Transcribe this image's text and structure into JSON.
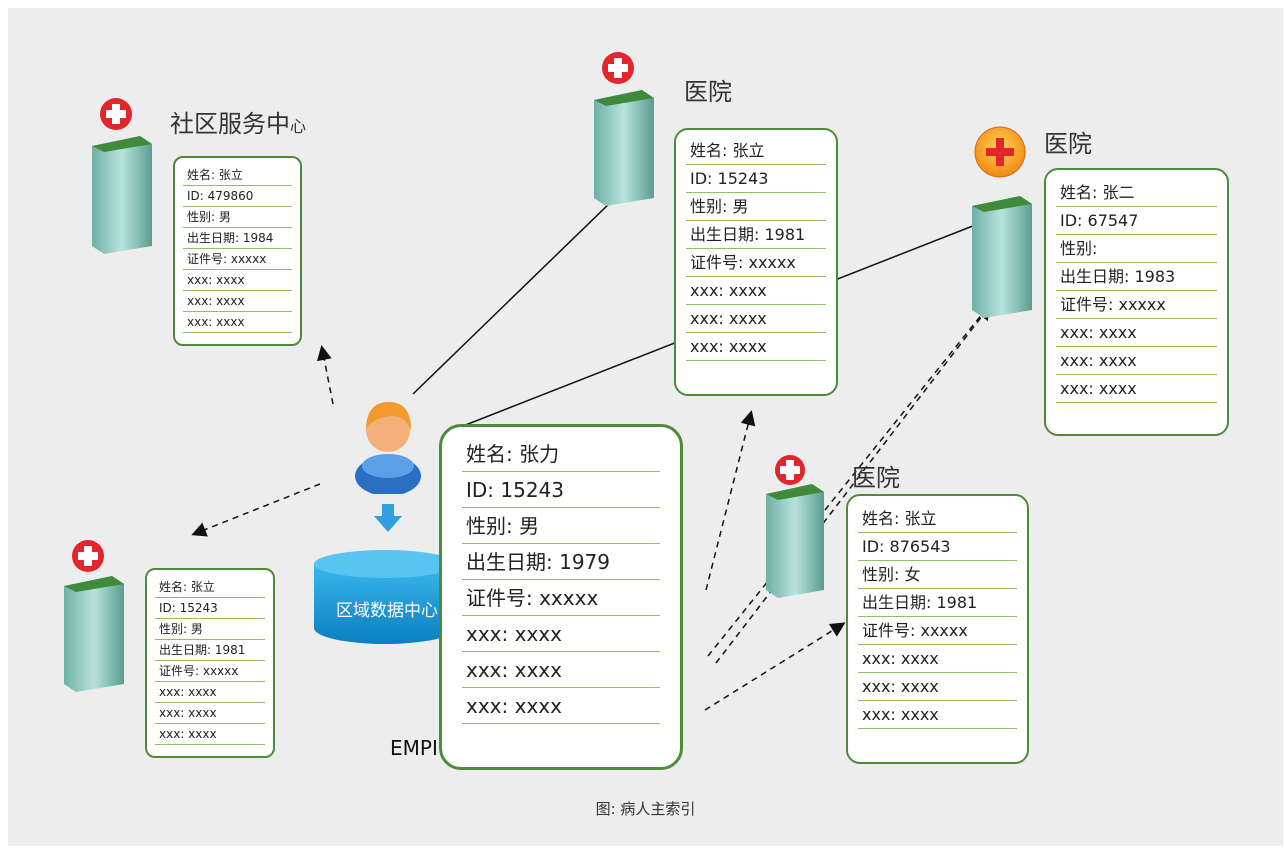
{
  "sites": [
    {
      "title": "社区服务中",
      "title_small": "心",
      "fields": [
        "姓名: 张立",
        "ID: 479860",
        "性别: 男",
        "出生日期: 1984",
        "证件号: xxxxx",
        "xxx: xxxx",
        "xxx: xxxx",
        "xxx: xxxx"
      ]
    },
    {
      "title": "医院",
      "fields": [
        "姓名: 张立",
        "ID: 15243",
        "性别: 男",
        "出生日期: 1981",
        "证件号: xxxxx",
        "xxx: xxxx",
        "xxx: xxxx",
        "xxx: xxxx"
      ]
    },
    {
      "title": "医院",
      "fields": [
        "姓名: 张二",
        "ID: 67547",
        "性别:",
        "出生日期: 1983",
        "证件号: xxxxx",
        "xxx: xxxx",
        "xxx: xxxx",
        "xxx: xxxx"
      ]
    },
    {
      "title": "医院",
      "fields": [
        "姓名: 张立",
        "ID: 876543",
        "性别: 女",
        "出生日期: 1981",
        "证件号: xxxxx",
        "xxx: xxxx",
        "xxx: xxxx",
        "xxx: xxxx"
      ]
    },
    {
      "title": "",
      "fields": [
        "姓名: 张立",
        "ID: 15243",
        "性别: 男",
        "出生日期: 1981",
        "证件号: xxxxx",
        "xxx: xxxx",
        "xxx: xxxx",
        "xxx: xxxx"
      ]
    }
  ],
  "empi": {
    "label": "EMPI",
    "fields": [
      "姓名: 张力",
      "ID: 15243",
      "性别: 男",
      "出生日期: 1979",
      "证件号: xxxxx",
      "xxx: xxxx",
      "xxx: xxxx",
      "xxx: xxxx"
    ]
  },
  "database_label": "区域数据中心",
  "caption": "图: 病人主索引",
  "colors": {
    "card_border": "#4f8a3b",
    "row_line": "#8fc062",
    "db_blue": "#1a9ad8",
    "hospital_red": "#e3262b",
    "background": "#ededed"
  },
  "icons": [
    "building-icon",
    "hospital-cross-icon",
    "first-aid-icon",
    "person-icon",
    "down-arrow-icon",
    "database-icon"
  ]
}
